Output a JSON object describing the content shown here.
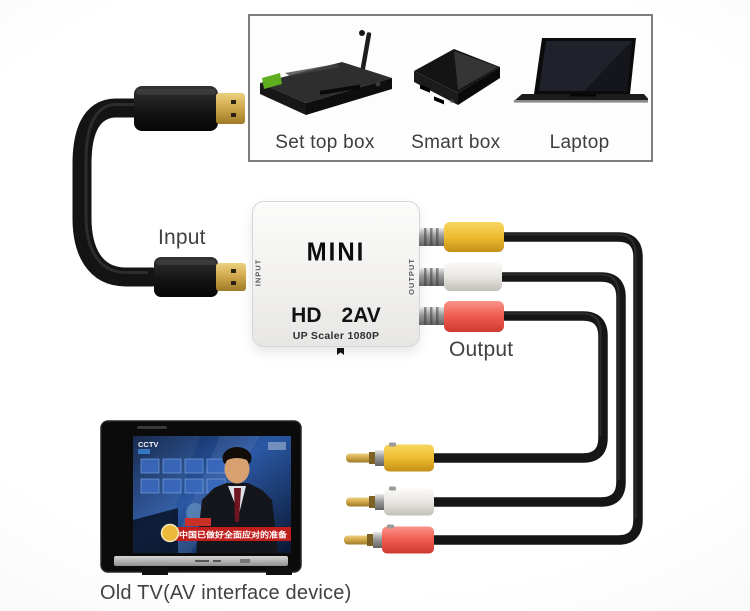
{
  "panel": {
    "devices": [
      {
        "name": "set-top-box",
        "label": "Set top box"
      },
      {
        "name": "smart-box",
        "label": "Smart box"
      },
      {
        "name": "laptop",
        "label": "Laptop"
      }
    ]
  },
  "converter": {
    "brand": "MINI",
    "model_hd": "HD",
    "model_av": "2AV",
    "subtitle": "UP Scaler 1080P",
    "left_port_label": "INPUT",
    "right_port_label": "OUTPUT"
  },
  "annotations": {
    "input": "Input",
    "output": "Output",
    "old_tv": "Old TV(AV interface device)"
  },
  "tv": {
    "channel_logo": "CCTV",
    "ticker": "中国已做好全面应对的准备"
  },
  "colors": {
    "rca_yellow": "#eebc31",
    "rca_white": "#eae8e4",
    "rca_red": "#f05a50",
    "cable_black": "#161616",
    "hdmi_gold": "#d4aa4e",
    "set_top_green": "#5fae1f",
    "banner_red": "#c01d1d",
    "panel_border": "#7e7e7e"
  }
}
